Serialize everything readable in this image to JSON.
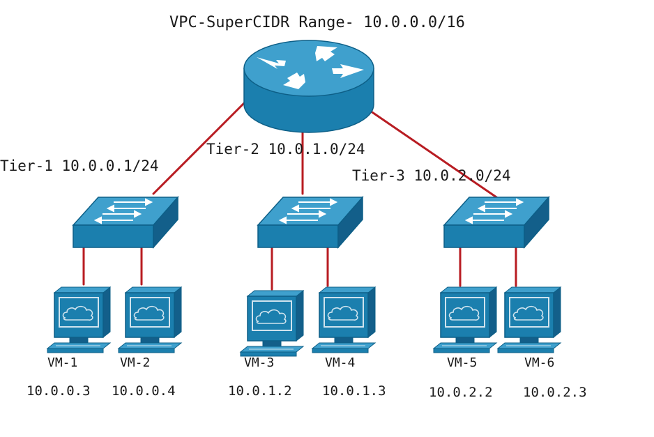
{
  "title": "VPC-SuperCIDR Range- 10.0.0.0/16",
  "tiers": [
    {
      "label": "Tier-1 10.0.0.1/24",
      "vms": [
        {
          "name": "VM-1",
          "ip": "10.0.0.3"
        },
        {
          "name": "VM-2",
          "ip": "10.0.0.4"
        }
      ]
    },
    {
      "label": "Tier-2 10.0.1.0/24",
      "vms": [
        {
          "name": "VM-3",
          "ip": "10.0.1.2"
        },
        {
          "name": "VM-4",
          "ip": "10.0.1.3"
        }
      ]
    },
    {
      "label": "Tier-3 10.0.2.0/24",
      "vms": [
        {
          "name": "VM-5",
          "ip": "10.0.2.2"
        },
        {
          "name": "VM-6",
          "ip": "10.0.2.3"
        }
      ]
    }
  ],
  "colors": {
    "device_fill": "#1b7fae",
    "device_top": "#3fa0cd",
    "device_dark": "#0d5f87",
    "link_line": "#b81c22",
    "screen": "#cfe3ee"
  },
  "icons": {
    "router": "router-icon",
    "switch": "switch-icon",
    "vm": "workstation-icon"
  }
}
